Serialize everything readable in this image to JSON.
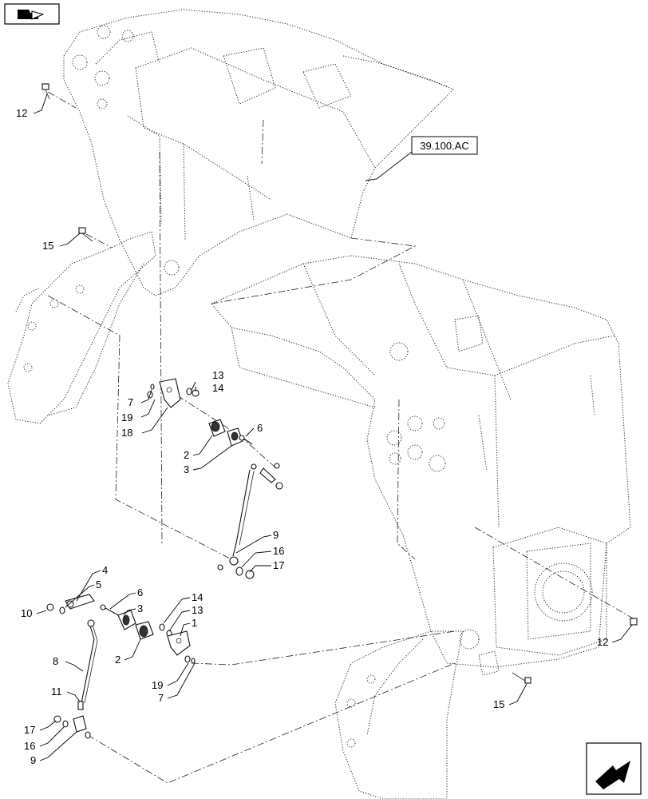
{
  "reference_label": "39.100.AC",
  "callouts": {
    "c12_top": "12",
    "c15_top": "15",
    "c13_a": "13",
    "c14_a": "14",
    "c7_a": "7",
    "c19_a": "19",
    "c18": "18",
    "c6_a": "6",
    "c2_a": "2",
    "c3_a": "3",
    "c9_a": "9",
    "c16_a": "16",
    "c17_a": "17",
    "c4": "4",
    "c5": "5",
    "c10": "10",
    "c6_b": "6",
    "c3_b": "3",
    "c14_b": "14",
    "c13_b": "13",
    "c1": "1",
    "c8": "8",
    "c2_b": "2",
    "c19_b": "19",
    "c7_b": "7",
    "c11": "11",
    "c17_b": "17",
    "c16_b": "16",
    "c9_b": "9",
    "c12_right": "12",
    "c15_bottom": "15"
  },
  "icons": {
    "top_left": "book-navigation-icon",
    "bottom_right": "next-page-arrow-icon"
  }
}
